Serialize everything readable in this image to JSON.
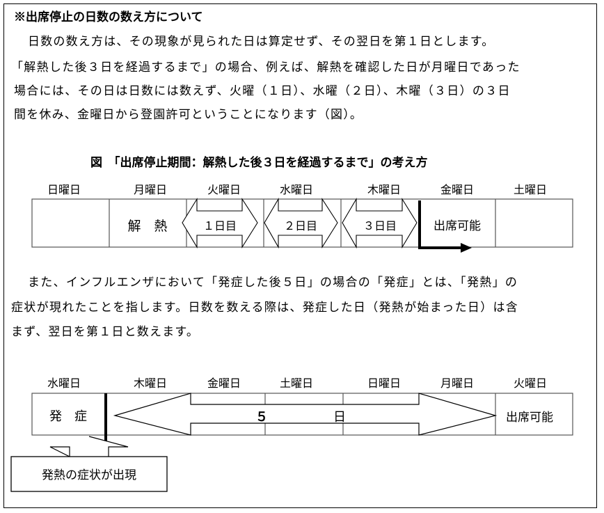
{
  "heading": "※出席停止の日数の数え方について",
  "paragraph1": [
    "日数の数え方は、その現象が見られた日は算定せず、その翌日を第１日とします。",
    "「解熱した後３日を経過するまで」の場合、例えば、解熱を確認した日が月曜日であった",
    "場合には、その日は日数には数えず、火曜（１日）、水曜（２日）、木曜（３日）の３日",
    "間を休み、金曜日から登園許可ということになります（図）。"
  ],
  "figure1": {
    "title": "図　「出席停止期間：解熱した後３日を経過するまで」の考え方",
    "days": [
      "日曜日",
      "月曜日",
      "火曜日",
      "水曜日",
      "木曜日",
      "金曜日",
      "土曜日"
    ],
    "fever_end": "解　熱",
    "counts": [
      "１日目",
      "２日目",
      "３日目"
    ],
    "attend": "出席可能"
  },
  "paragraph2": [
    "また、インフルエンザにおいて「発症した後５日」の場合の「発症」とは、「発熱」の",
    "症状が現れたことを指します。日数を数える際は、発症した日（発熱が始まった日）は含",
    "まず、翌日を第１日と数えます。"
  ],
  "figure2": {
    "days": [
      "水曜日",
      "木曜日",
      "金曜日",
      "土曜日",
      "日曜日",
      "月曜日",
      "火曜日"
    ],
    "onset": "発　症",
    "count_num": "５",
    "count_unit": "日",
    "attend": "出席可能",
    "callout": "発熱の症状が出現"
  }
}
